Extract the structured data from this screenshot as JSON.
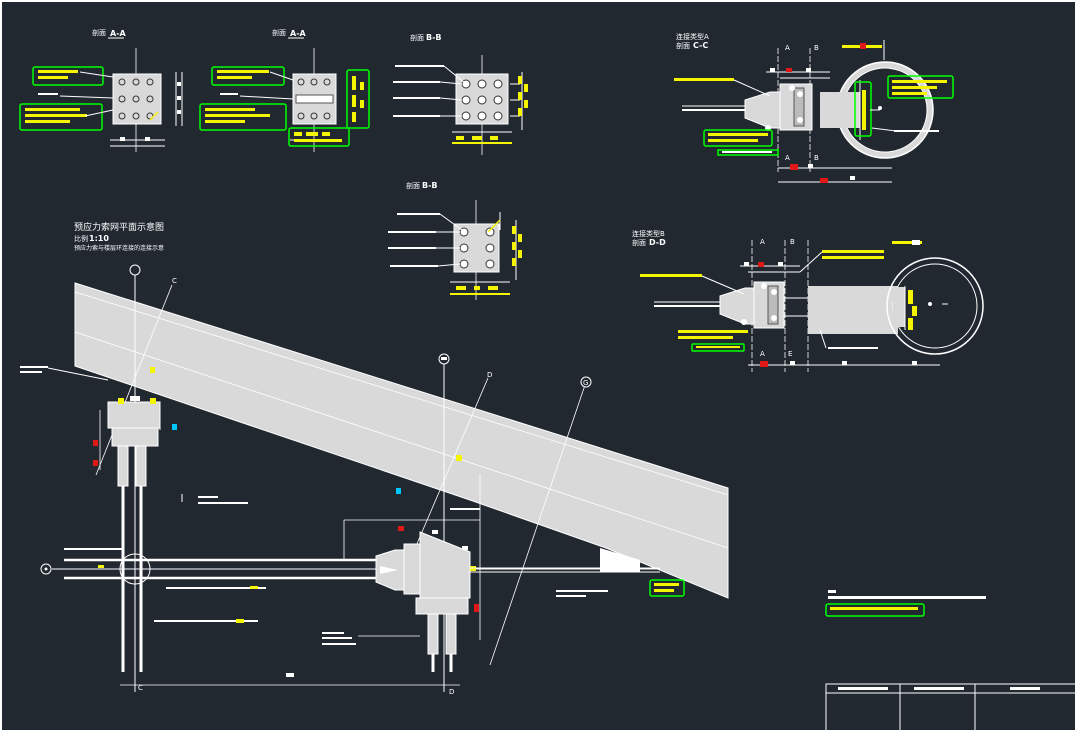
{
  "drawing": {
    "main_title": "预应力索网平面示意图",
    "scale_label": "比例",
    "scale_value": "1:10",
    "main_note": "预应力索与楼层环连接的连接示意"
  },
  "sections": {
    "aa1": {
      "label": "剖面",
      "mark": "A-A"
    },
    "aa2": {
      "label": "剖面",
      "mark": "A-A"
    },
    "bb1": {
      "label": "剖面",
      "mark": "B-B"
    },
    "bb2": {
      "label": "剖面",
      "mark": "B-B"
    },
    "cc": {
      "line1": "连接类型A",
      "label": "剖面",
      "mark": "C-C"
    },
    "dd": {
      "line1": "连接类型B",
      "label": "剖面",
      "mark": "D-D"
    }
  },
  "axis_marks": {
    "a": "A",
    "b": "B",
    "e": "E",
    "c": "C",
    "d": "D",
    "g": "G"
  },
  "colors": {
    "background": "#212830",
    "line": "#ffffff",
    "highlight": "#f5f500",
    "callout": "#00ff00",
    "red": "#e01818",
    "cyan": "#00c8ff",
    "member_fill": "#d9d9d9"
  }
}
